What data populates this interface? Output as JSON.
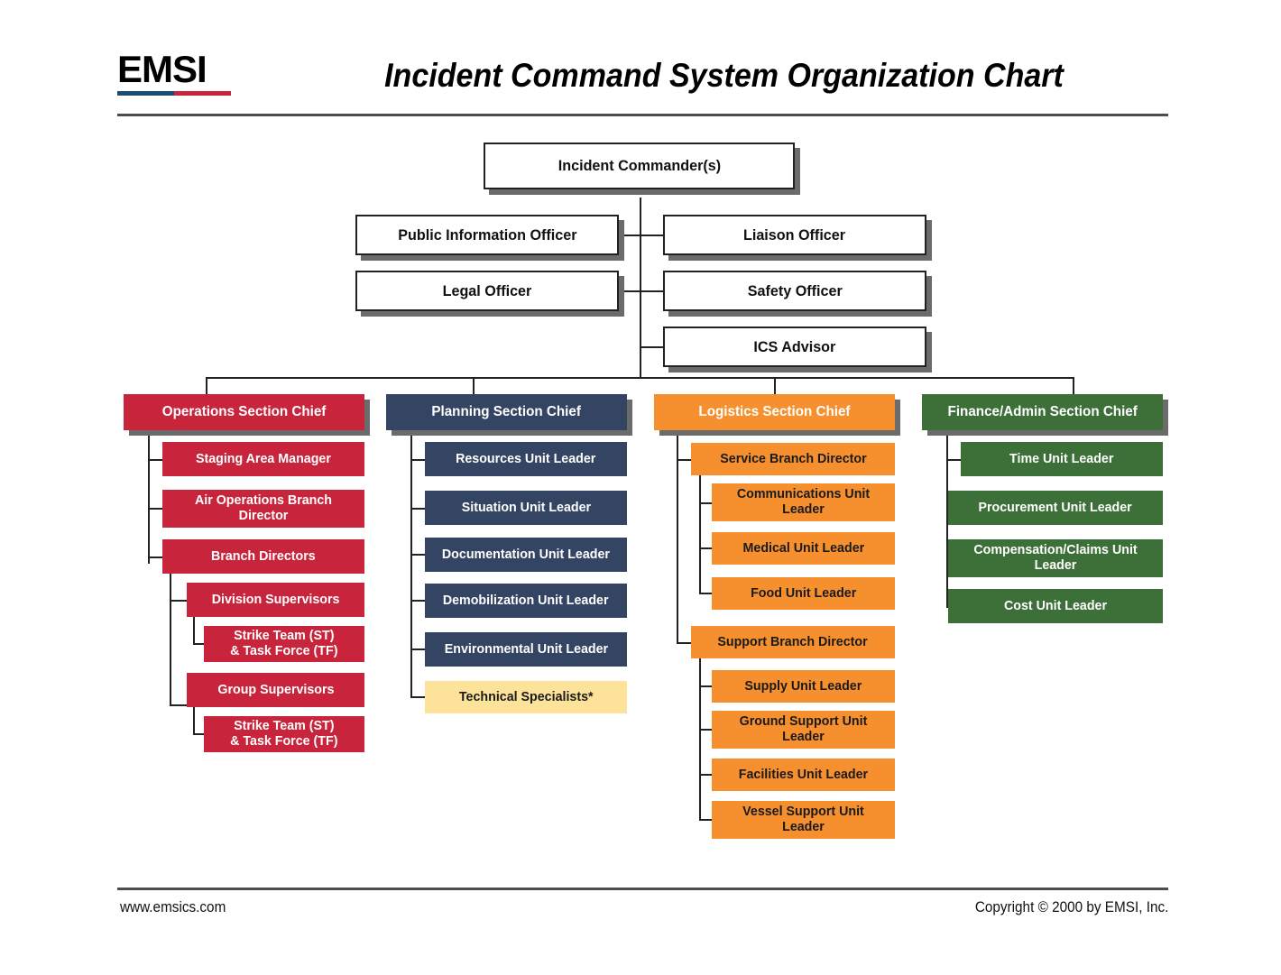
{
  "header": {
    "logo_text": "EMSI",
    "title": "Incident Command System Organization Chart"
  },
  "footer": {
    "website": "www.emsics.com",
    "copyright": "Copyright © 2000 by EMSI, Inc."
  },
  "colors": {
    "operations": "#C8253C",
    "planning": "#344463",
    "logistics": "#F6902E",
    "finance": "#3D7038",
    "technical_specialists": "#FCE399",
    "line": "#222222",
    "shadow": "#6b6b6b",
    "logo_blue": "#1B4C74",
    "logo_red": "#C8253C"
  },
  "chart_data": {
    "type": "diagram",
    "title": "Incident Command System Organization Chart",
    "root": "Incident Commander(s)",
    "command_staff": [
      "Public Information Officer",
      "Liaison Officer",
      "Legal Officer",
      "Safety Officer",
      "ICS Advisor"
    ],
    "sections": [
      {
        "name": "Operations Section Chief",
        "color": "#C8253C",
        "children": [
          {
            "name": "Staging Area Manager",
            "level": 1
          },
          {
            "name": "Air Operations Branch Director",
            "level": 1
          },
          {
            "name": "Branch Directors",
            "level": 1
          },
          {
            "name": "Division Supervisors",
            "level": 2
          },
          {
            "name": "Strike Team (ST) & Task Force (TF)",
            "level": 3
          },
          {
            "name": "Group Supervisors",
            "level": 2
          },
          {
            "name": "Strike Team (ST) & Task Force (TF)",
            "level": 3
          }
        ]
      },
      {
        "name": "Planning Section Chief",
        "color": "#344463",
        "children": [
          {
            "name": "Resources Unit Leader",
            "level": 1
          },
          {
            "name": "Situation Unit Leader",
            "level": 1
          },
          {
            "name": "Documentation Unit Leader",
            "level": 1
          },
          {
            "name": "Demobilization Unit Leader",
            "level": 1
          },
          {
            "name": "Environmental Unit Leader",
            "level": 1
          },
          {
            "name": "Technical Specialists*",
            "level": 1,
            "color": "#FCE399"
          }
        ]
      },
      {
        "name": "Logistics Section Chief",
        "color": "#F6902E",
        "children": [
          {
            "name": "Service Branch Director",
            "level": 1
          },
          {
            "name": "Communications Unit Leader",
            "level": 2
          },
          {
            "name": "Medical Unit Leader",
            "level": 2
          },
          {
            "name": "Food Unit Leader",
            "level": 2
          },
          {
            "name": "Support Branch Director",
            "level": 1
          },
          {
            "name": "Supply Unit Leader",
            "level": 2
          },
          {
            "name": "Ground Support Unit Leader",
            "level": 2
          },
          {
            "name": "Facilities Unit Leader",
            "level": 2
          },
          {
            "name": "Vessel Support Unit Leader",
            "level": 2
          }
        ]
      },
      {
        "name": "Finance/Admin Section Chief",
        "color": "#3D7038",
        "children": [
          {
            "name": "Time Unit Leader",
            "level": 1
          },
          {
            "name": "Procurement Unit Leader",
            "level": 1
          },
          {
            "name": "Compensation/Claims Unit Leader",
            "level": 1
          },
          {
            "name": "Cost Unit Leader",
            "level": 1
          }
        ]
      }
    ]
  },
  "boxes": {
    "incident_commander": "Incident Commander(s)",
    "public_information_officer": "Public Information Officer",
    "liaison_officer": "Liaison Officer",
    "legal_officer": "Legal Officer",
    "safety_officer": "Safety Officer",
    "ics_advisor": "ICS Advisor",
    "operations_chief": "Operations Section Chief",
    "staging_area_manager": "Staging Area Manager",
    "air_ops_branch_director": "Air Operations Branch Director",
    "branch_directors": "Branch Directors",
    "division_supervisors": "Division Supervisors",
    "strike_team_task_force_1": "Strike Team (ST)\n& Task Force (TF)",
    "group_supervisors": "Group Supervisors",
    "strike_team_task_force_2": "Strike Team (ST)\n& Task Force (TF)",
    "planning_chief": "Planning Section Chief",
    "resources_unit_leader": "Resources Unit Leader",
    "situation_unit_leader": "Situation Unit Leader",
    "documentation_unit_leader": "Documentation Unit Leader",
    "demobilization_unit_leader": "Demobilization Unit Leader",
    "environmental_unit_leader": "Environmental Unit Leader",
    "technical_specialists": "Technical Specialists*",
    "logistics_chief": "Logistics Section Chief",
    "service_branch_director": "Service Branch Director",
    "communications_unit_leader": "Communications Unit Leader",
    "medical_unit_leader": "Medical Unit Leader",
    "food_unit_leader": "Food Unit Leader",
    "support_branch_director": "Support Branch Director",
    "supply_unit_leader": "Supply Unit Leader",
    "ground_support_unit_leader": "Ground Support Unit Leader",
    "facilities_unit_leader": "Facilities Unit Leader",
    "vessel_support_unit_leader": "Vessel Support Unit Leader",
    "finance_chief": "Finance/Admin Section Chief",
    "time_unit_leader": "Time Unit Leader",
    "procurement_unit_leader": "Procurement Unit Leader",
    "compensation_claims_unit_leader": "Compensation/Claims Unit Leader",
    "cost_unit_leader": "Cost Unit Leader"
  }
}
